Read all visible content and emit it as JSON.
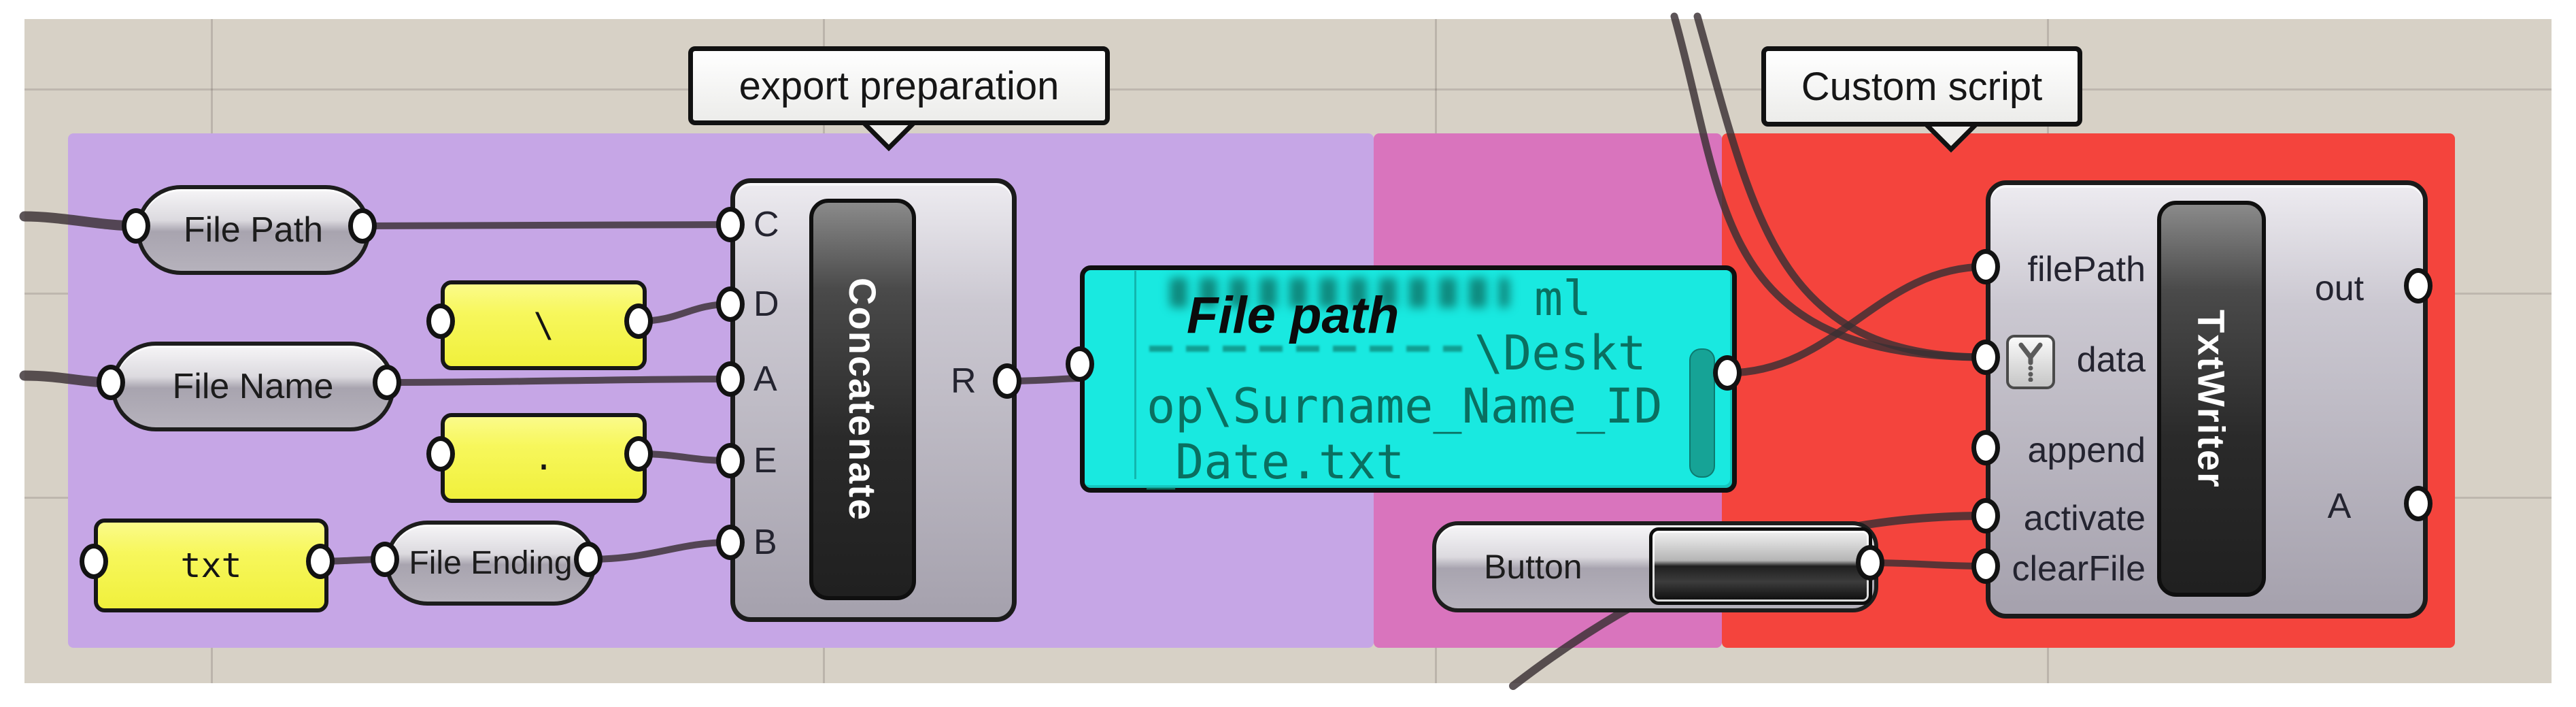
{
  "app": {
    "name": "Grasshopper canvas"
  },
  "colors": {
    "canvas": "#d7d1c6",
    "group_purple": "#c6a6e6",
    "group_magenta": "#d974bd",
    "group_red": "#f4443d",
    "panel_yellow": "#f7f75c",
    "panel_cyan": "#19e9e0",
    "panel_text": "#0a6f60",
    "wire": "#392f33"
  },
  "group_labels": {
    "export_preparation": "export preparation",
    "custom_script": "Custom script"
  },
  "components": {
    "file_path_param": {
      "label": "File Path"
    },
    "file_name_param": {
      "label": "File Name"
    },
    "file_ending_param": {
      "label": "File Ending"
    },
    "panel_backslash": {
      "text": "\\"
    },
    "panel_dot": {
      "text": "."
    },
    "panel_txt": {
      "text": "txt"
    },
    "concatenate": {
      "label": "Concatenate",
      "inputs": [
        "C",
        "D",
        "A",
        "E",
        "B"
      ],
      "output": "R"
    },
    "file_path_panel": {
      "annotation": "File path",
      "line1_redacted": true,
      "line1_suffix": "ml",
      "line2_redacted": true,
      "line2_suffix": "\\Deskt",
      "line3": "op\\Surname_Name_ID",
      "line4": "_Date.txt"
    },
    "button": {
      "label": "Button"
    },
    "txtwriter": {
      "label": "TxtWriter",
      "inputs": [
        "filePath",
        "data",
        "append",
        "activate",
        "clearFile"
      ],
      "outputs": [
        "out",
        "A"
      ],
      "data_input_flag_icon": "zipper-icon"
    }
  }
}
